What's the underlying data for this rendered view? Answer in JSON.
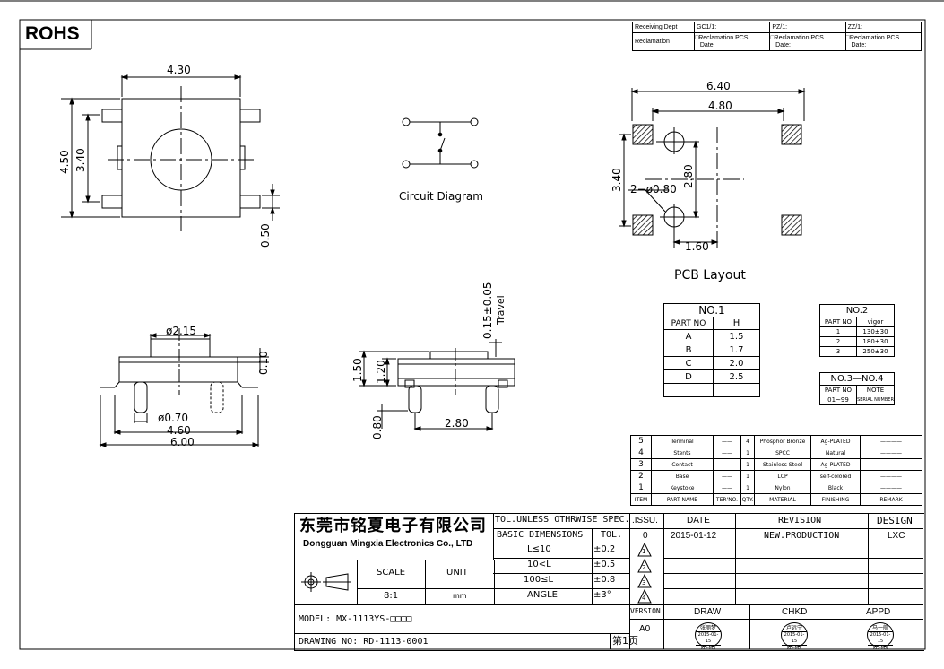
{
  "brand": {
    "rohs": "ROHS"
  },
  "receiving": {
    "label1": "Receiving Dept",
    "label2": "Reclamation",
    "gc": "GC1/1:",
    "pz": "PZ/1:",
    "zz": "ZZ/1:",
    "recl": "□Reclamation  PCS",
    "date": "Date:"
  },
  "dims": {
    "top_w": "4.30",
    "top_h": "4.50",
    "top_inner": "3.40",
    "top_lead": "0.50",
    "circuit": "Circuit Diagram",
    "pcb_w1": "6.40",
    "pcb_w2": "4.80",
    "pcb_h1": "3.40",
    "pcb_h2": "2.80",
    "pcb_hole": "2−ø0.80",
    "pcb_off": "1.60",
    "pcb": "PCB Layout",
    "side_d": "ø2.15",
    "side_t": "0.10",
    "side_p": "ø0.70",
    "side_w1": "4.60",
    "side_w2": "6.00",
    "front_h1": "1.50",
    "front_h2": "1.20",
    "front_tr": "0.15±0.05",
    "front_travel": "Travel",
    "front_w": "2.80",
    "front_b": "0.80"
  },
  "table1": {
    "title": "NO.1",
    "head": [
      "PART NO",
      "H"
    ],
    "rows": [
      [
        "A",
        "1.5"
      ],
      [
        "B",
        "1.7"
      ],
      [
        "C",
        "2.0"
      ],
      [
        "D",
        "2.5"
      ],
      [
        "",
        ""
      ]
    ]
  },
  "table2": {
    "title": "NO.2",
    "head": [
      "PART NO",
      "vigor"
    ],
    "rows": [
      [
        "1",
        "130±30"
      ],
      [
        "2",
        "180±30"
      ],
      [
        "3",
        "250±30"
      ]
    ]
  },
  "table3": {
    "title": "NO.3—NO.4",
    "head": [
      "PART NO",
      "NOTE"
    ],
    "rows": [
      [
        "01~99",
        "SERIAL NUMBER"
      ]
    ]
  },
  "bom": {
    "rows": [
      [
        "5",
        "Terminal",
        "——",
        "4",
        "Phosphor Bronze",
        "Ag-PLATED",
        "————"
      ],
      [
        "4",
        "Stents",
        "——",
        "1",
        "SPCC",
        "Natural",
        "————"
      ],
      [
        "3",
        "Contact",
        "——",
        "1",
        "Stainless Steel",
        "Ag-PLATED",
        "————"
      ],
      [
        "2",
        "Base",
        "——",
        "1",
        "LCP",
        "self-colored",
        "————"
      ],
      [
        "1",
        "Keystoke",
        "——",
        "1",
        "Nylon",
        "Black",
        "————"
      ]
    ],
    "head": [
      "ITEM",
      "PART NAME",
      "TER'NO.",
      "QTY.",
      "MATERIAL",
      "FINISHING",
      "REMARK"
    ]
  },
  "title": {
    "company_cn": "东莞市铭夏电子有限公司",
    "company_en": "Dongguan Mingxia Electronics Co., LTD",
    "tol_title": "TOL.UNLESS OTHRWISE SPEC.",
    "basic": "BASIC DIMENSIONS",
    "tol": "TOL.",
    "tol_rows": [
      [
        "L≤10",
        "±0.2"
      ],
      [
        "10<L",
        "±0.5"
      ],
      [
        "100≤L",
        "±0.8"
      ],
      [
        "ANGLE",
        "±3°"
      ]
    ],
    "scale": "SCALE",
    "unit": "UNIT",
    "scale_v": "8:1",
    "unit_v": "mm",
    "issu": ".ISSU.",
    "date": "DATE",
    "revision": "REVISION",
    "design": "DESIGN",
    "issu_v": "0",
    "date_v": "2015-01-12",
    "revision_v": "NEW.PRODUCTION",
    "design_v": "LXC",
    "tri": [
      "1",
      "2",
      "3",
      "4"
    ],
    "model": "MODEL:  MX-1113YS-□□□□",
    "version": "VERSION",
    "version_v": "A0",
    "draw": "DRAW",
    "chkd": "CHKD",
    "appd": "APPD",
    "drawing": "DRAWING NO:  RD-1113-0001",
    "page": "第1页",
    "stamps": [
      [
        "张丽梦",
        "2015-01-15",
        "XQ-MX"
      ],
      [
        "卢远宁",
        "2015-01-15",
        "XQ-MX"
      ],
      [
        "马一航",
        "2015-01-15",
        "XQ-MX"
      ]
    ]
  }
}
